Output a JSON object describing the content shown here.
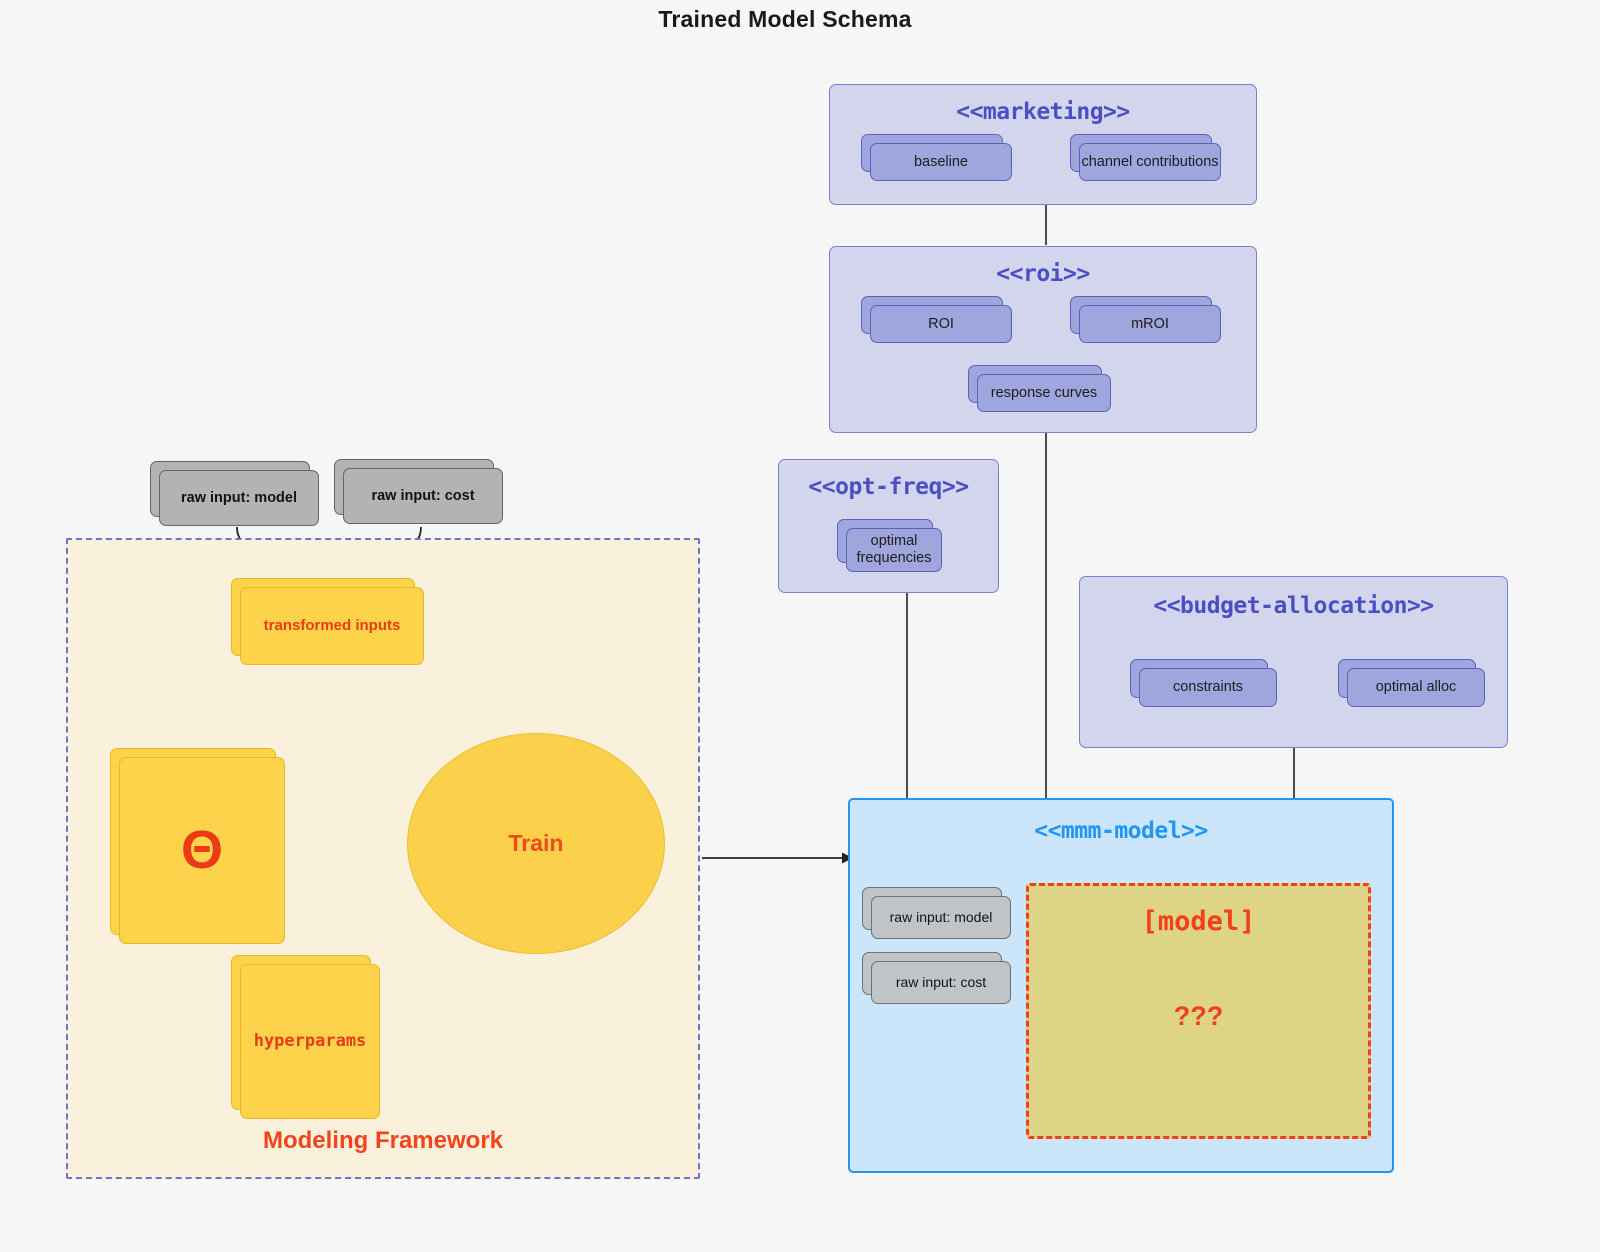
{
  "title": "Trained Model Schema",
  "colors": {
    "background": "#f6f6f6",
    "package_fill": "#d3d5ed",
    "package_border": "#7b7fd0",
    "package_title": "#4a4fc4",
    "card_purple_fill": "#9fa5dd",
    "card_purple_border": "#5b62bd",
    "card_grey_fill": "#b3b3b3",
    "card_grey_border": "#666666",
    "card_yellow_fill": "#fcd34a",
    "card_yellow_border": "#e8b923",
    "accent_red": "#ef4a1e",
    "framework_fill": "#faf1dd",
    "framework_border": "#6f72c9",
    "mmm_fill": "#cbe5fa",
    "mmm_border": "#2196f3",
    "model_slot_fill": "#ddd485",
    "model_slot_border": "#f4401a",
    "edge_grey": "#4d4d4d"
  },
  "packages": {
    "marketing": {
      "title": "<<marketing>>",
      "nodes": [
        {
          "label": "baseline"
        },
        {
          "label": "channel contributions"
        }
      ],
      "relation": "bidirectional"
    },
    "roi": {
      "title": "<<roi>>",
      "nodes": [
        {
          "label": "ROI"
        },
        {
          "label": "mROI"
        },
        {
          "label": "response curves"
        }
      ],
      "relation": "bidirectional"
    },
    "opt_freq": {
      "title": "<<opt-freq>>",
      "nodes": [
        {
          "label": "optimal\nfrequencies"
        }
      ]
    },
    "budget_allocation": {
      "title": "<<budget-allocation>>",
      "nodes": [
        {
          "label": "constraints"
        },
        {
          "label": "optimal alloc"
        }
      ],
      "relation": "bidirectional"
    },
    "mmm_model": {
      "title": "<<mmm-model>>",
      "inputs": [
        {
          "label": "raw input: model"
        },
        {
          "label": "raw input: cost"
        }
      ],
      "slot": {
        "label": "[model]",
        "unknown": "???"
      }
    }
  },
  "framework": {
    "label": "Modeling Framework",
    "raw_inputs": [
      {
        "label": "raw input: model"
      },
      {
        "label": "raw input: cost"
      }
    ],
    "transformed": {
      "label": "transformed inputs"
    },
    "theta": {
      "label": "Θ"
    },
    "hyperparams": {
      "label": "hyperparams"
    },
    "train": {
      "label": "Train"
    }
  }
}
